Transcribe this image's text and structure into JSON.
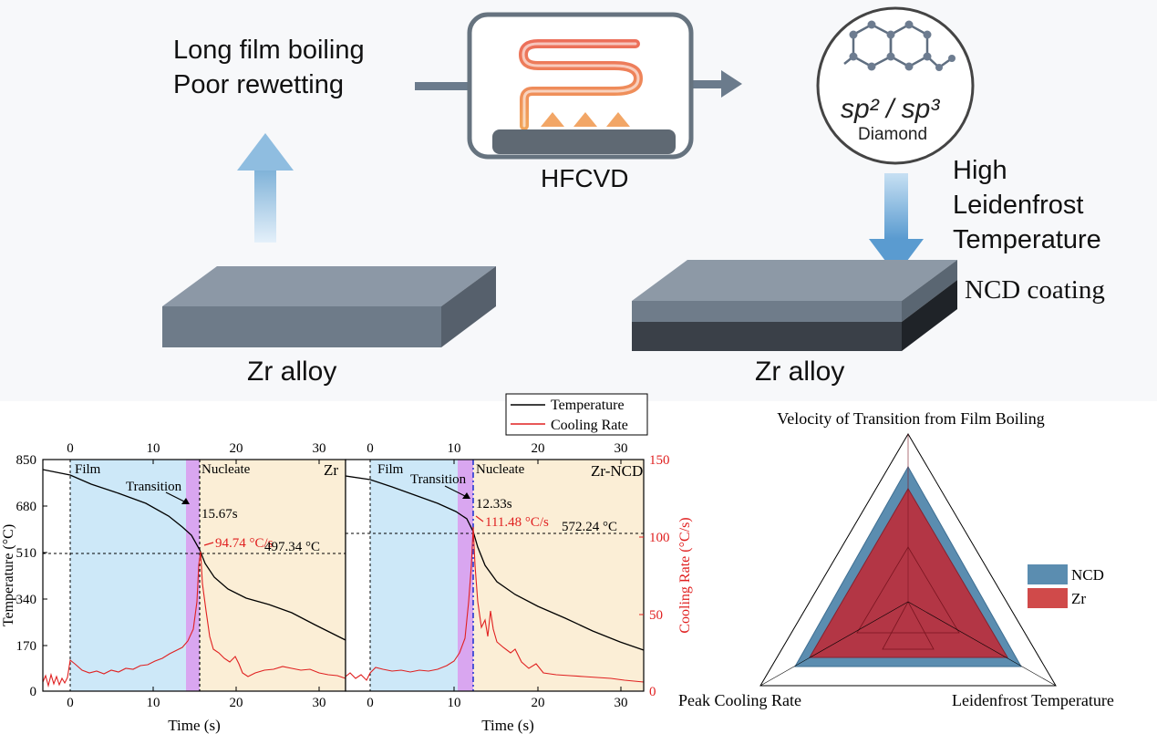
{
  "top": {
    "problem_lines": [
      "Long film boiling",
      "Poor rewetting"
    ],
    "hfcvd_label": "HFCVD",
    "diamond": {
      "sp_text": "sp² / sp³",
      "name": "Diamond"
    },
    "leidenfrost_lines": [
      "High",
      "Leidenfrost",
      "Temperature"
    ],
    "coating_label": "NCD coating",
    "left_substrate_label": "Zr alloy",
    "right_substrate_label": "Zr alloy"
  },
  "legend": {
    "temperature": "Temperature",
    "cooling_rate": "Cooling Rate"
  },
  "cooling_chart": {
    "left_axis_label": "Temperature (°C)",
    "right_axis_label": "Cooling Rate (°C/s)",
    "x_axis_label_left": "Time (s)",
    "x_axis_label_right": "Time (s)",
    "left_ticks": [
      "850",
      "680",
      "510",
      "340",
      "170",
      "0"
    ],
    "right_ticks": [
      "150",
      "100",
      "50",
      "0"
    ],
    "x_ticks_left": [
      "0",
      "10",
      "20",
      "30"
    ],
    "x_ticks_right": [
      "0",
      "10",
      "20",
      "30"
    ],
    "colors": {
      "temperature": "#000000",
      "cooling_rate": "#e02020",
      "film": "#cde8f8",
      "transition": "#d9a6f0",
      "nucleate": "#fbeed6"
    },
    "zr": {
      "title": "Zr",
      "film": "Film",
      "transition": "Transition",
      "nucleate": "Nucleate",
      "time_label": "15.67s",
      "rate_label": "94.74 °C/s",
      "temp_label": "497.34 °C"
    },
    "ncd": {
      "title": "Zr-NCD",
      "film": "Film",
      "transition": "Transition",
      "nucleate": "Nucleate",
      "time_label": "12.33s",
      "rate_label": "111.48 °C/s",
      "temp_label": "572.24 °C"
    }
  },
  "radar": {
    "axes": [
      "Velocity of Transition from Film Boiling",
      "Peak Cooling Rate",
      "Leidenfrost Temperature"
    ],
    "series": [
      {
        "name": "NCD",
        "color": "#5b8db0"
      },
      {
        "name": "Zr",
        "color": "#c9404a"
      }
    ]
  }
}
